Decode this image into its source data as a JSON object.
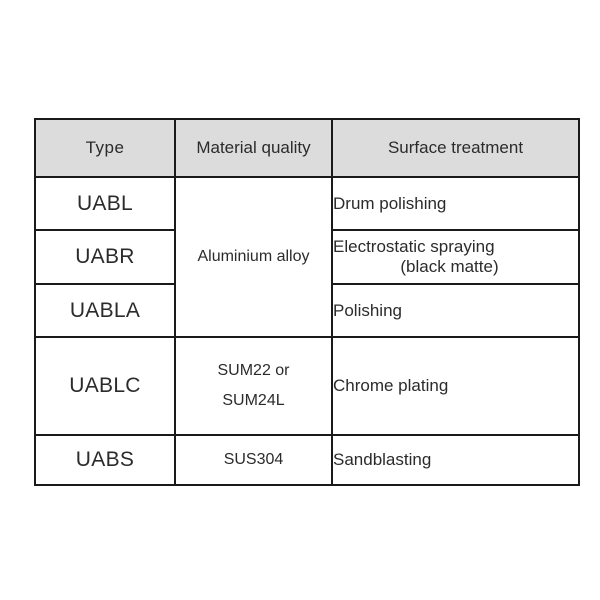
{
  "table": {
    "headers": [
      {
        "label": "Type",
        "name": "column-header-type"
      },
      {
        "label": "Material quality",
        "name": "column-header-material-quality"
      },
      {
        "label": "Surface treatment",
        "name": "column-header-surface-treatment"
      }
    ],
    "accent_color": "#ea6b24",
    "header_background": "#dcdcdc",
    "border_color": "#1a1a1a",
    "text_color": "#2b2b2b",
    "rows": [
      {
        "type": "UABL",
        "material": "Aluminium alloy",
        "surface_line_1": "Drum polishing",
        "surface_line_2": ""
      },
      {
        "type": "UABR",
        "material": "",
        "surface_line_1": "Electrostatic spraying",
        "surface_line_2": "(black matte)"
      },
      {
        "type": "UABLA",
        "material": "",
        "surface_line_1": "Polishing",
        "surface_line_2": ""
      },
      {
        "type": "UABLC",
        "material_line_1": "SUM22 or",
        "material_line_2": "SUM24L",
        "surface_line_1": "Chrome plating",
        "surface_line_2": ""
      },
      {
        "type": "UABS",
        "material": "SUS304",
        "surface_line_1": "Sandblasting",
        "surface_line_2": ""
      }
    ]
  }
}
